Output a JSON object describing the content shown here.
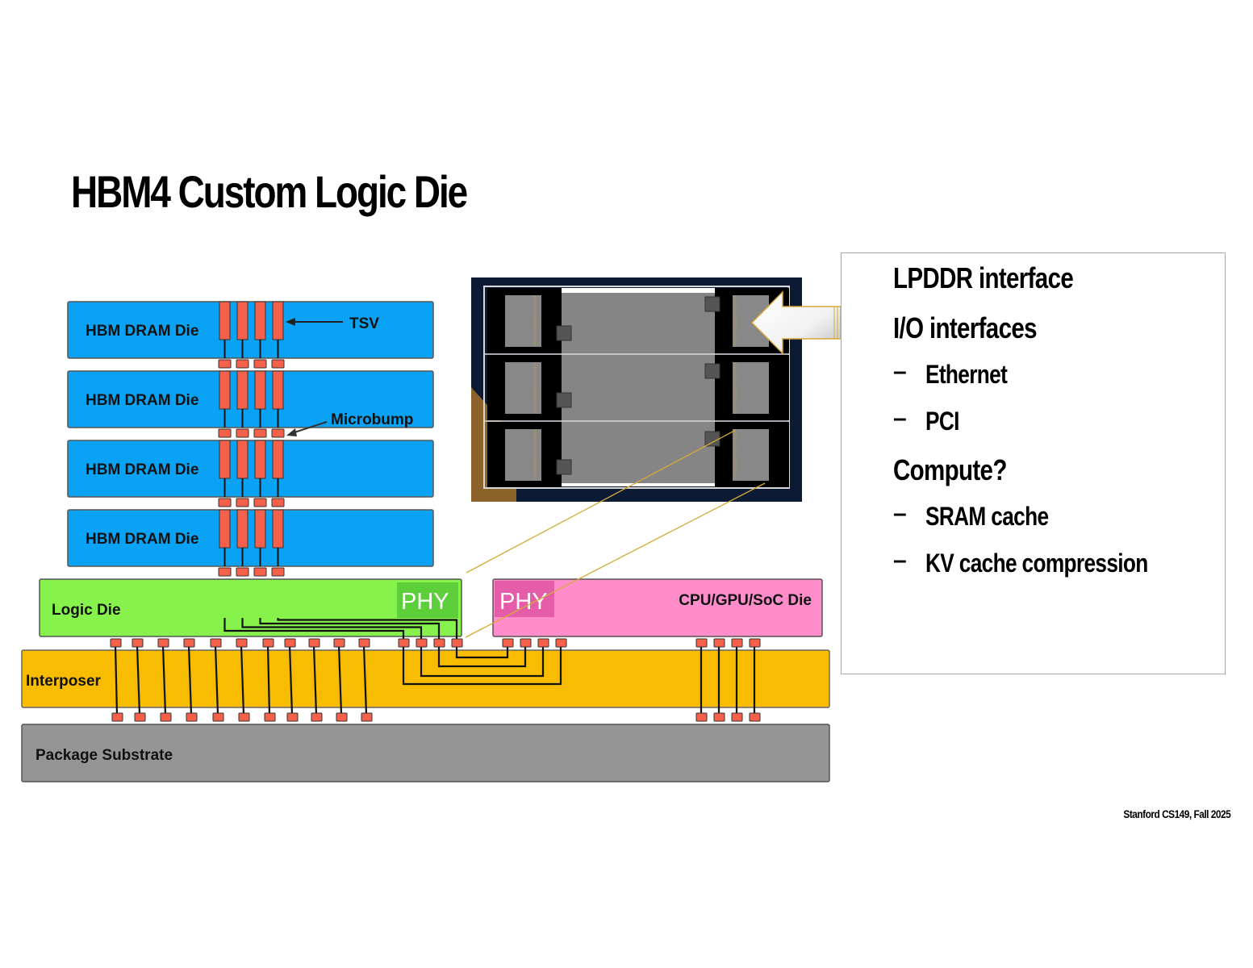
{
  "slide": {
    "title": "HBM4 Custom Logic Die",
    "footer": "Stanford CS149, Fall 2025"
  },
  "diagram": {
    "dram_dies": [
      {
        "label": "HBM DRAM Die"
      },
      {
        "label": "HBM DRAM Die"
      },
      {
        "label": "HBM DRAM Die"
      },
      {
        "label": "HBM DRAM Die"
      }
    ],
    "annotations": {
      "tsv": "TSV",
      "microbump": "Microbump"
    },
    "logic_die": {
      "label": "Logic Die",
      "phy": "PHY"
    },
    "soc_die": {
      "label": "CPU/GPU/SoC Die",
      "phy": "PHY"
    },
    "interposer": {
      "label": "Interposer"
    },
    "substrate": {
      "label": "Package Substrate"
    },
    "colors": {
      "dram": "#0aa2f5",
      "logic": "#88f24c",
      "logic_phy": "#5ccf3a",
      "soc": "#ff8ccb",
      "soc_phy": "#e55ca8",
      "interposer": "#f8bd00",
      "substrate": "#959595",
      "bump": "#f5604a",
      "callout": "#d6a93a",
      "chip_bg": "#0c1a33"
    },
    "chip_photo": {
      "icon": "die-photo"
    }
  },
  "panel": {
    "items": [
      {
        "level": 1,
        "text": "LPDDR interface"
      },
      {
        "level": 1,
        "text": "I/O interfaces"
      },
      {
        "level": 2,
        "text": "Ethernet"
      },
      {
        "level": 2,
        "text": "PCI"
      },
      {
        "level": 1,
        "text": "Compute?"
      },
      {
        "level": 2,
        "text": "SRAM cache"
      },
      {
        "level": 2,
        "text": "KV cache compression"
      }
    ],
    "dash": "–"
  }
}
